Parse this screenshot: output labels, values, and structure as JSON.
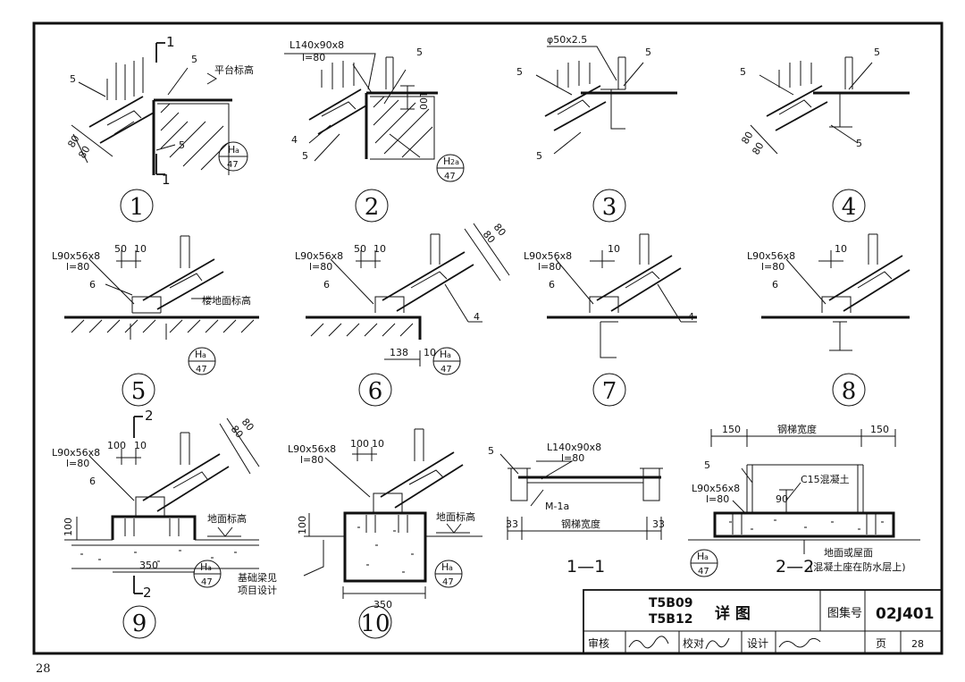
{
  "page_number": "28",
  "details": [
    {
      "number": "1",
      "labels": [
        "5",
        "5",
        "平台标高",
        "80",
        "80",
        "5"
      ],
      "section": [
        "1",
        "1"
      ],
      "ref": {
        "top": "H",
        "sub": "a",
        "bottom": "47"
      }
    },
    {
      "number": "2",
      "labels": [
        "L140x90x8",
        "l=80",
        "5",
        "100",
        "4",
        "5"
      ],
      "ref": {
        "top": "H",
        "sub": "2a",
        "bottom": "47"
      }
    },
    {
      "number": "3",
      "labels": [
        "φ50x2.5",
        "5",
        "5",
        "5"
      ]
    },
    {
      "number": "4",
      "labels": [
        "5",
        "5",
        "80",
        "80",
        "5"
      ]
    },
    {
      "number": "5",
      "labels": [
        "L90x56x8",
        "l=80",
        "50",
        "10",
        "6",
        "楼地面标高"
      ],
      "ref": {
        "top": "H",
        "sub": "a",
        "bottom": "47"
      }
    },
    {
      "number": "6",
      "labels": [
        "L90x56x8",
        "l=80",
        "50",
        "10",
        "6",
        "80",
        "80",
        "4",
        "138",
        "10"
      ],
      "ref": {
        "top": "H",
        "sub": "a",
        "bottom": "47"
      }
    },
    {
      "number": "7",
      "labels": [
        "L90x56x8",
        "l=80",
        "10",
        "6",
        "4"
      ]
    },
    {
      "number": "8",
      "labels": [
        "L90x56x8",
        "l=80",
        "10",
        "6"
      ]
    },
    {
      "number": "9",
      "labels": [
        "L90x56x8",
        "l=80",
        "100",
        "10",
        "80",
        "80",
        "6",
        "100",
        "地面标高",
        "350"
      ],
      "section": [
        "2",
        "2"
      ],
      "ref": {
        "top": "H",
        "sub": "a",
        "bottom": "47"
      }
    },
    {
      "number": "10",
      "labels": [
        "L90x56x8",
        "l=80",
        "100",
        "10",
        "100",
        "地面标高",
        "基础梁见",
        "项目设计",
        "350"
      ],
      "ref": {
        "top": "H",
        "sub": "a",
        "bottom": "47"
      }
    }
  ],
  "section_1_1": {
    "title": "1—1",
    "labels": [
      "L140x90x8",
      "l=80",
      "5",
      "M-1a",
      "33",
      "钢梯宽度",
      "33"
    ]
  },
  "section_2_2": {
    "title": "2—2",
    "labels": [
      "150",
      "钢梯宽度",
      "150",
      "5",
      "C15混凝土",
      "L90x56x8",
      "l=80",
      "90",
      "地面或屋面",
      "(混凝土座在防水层上)"
    ],
    "ref": {
      "top": "H",
      "sub": "a",
      "bottom": "47"
    }
  },
  "title_block": {
    "codes": [
      "T5B09",
      "T5B12"
    ],
    "title": "详 图",
    "atlas_label": "图集号",
    "atlas_number": "02J401",
    "reviewer_label": "审核",
    "checker_label": "校对",
    "designer_label": "设计",
    "page_label": "页",
    "page_value": "28"
  }
}
